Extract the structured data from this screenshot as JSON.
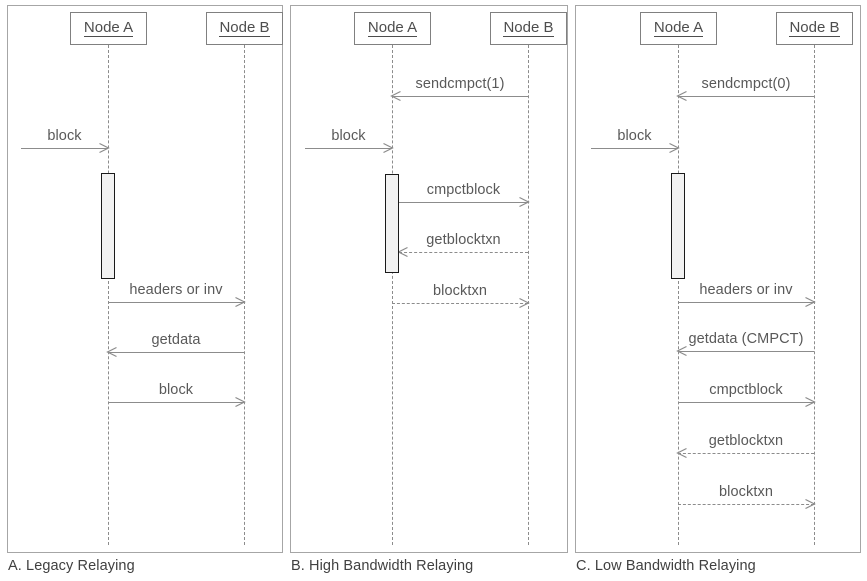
{
  "figure": {
    "node_a_label": "Node A",
    "node_b_label": "Node B"
  },
  "panels": [
    {
      "id": "a",
      "caption": "A. Legacy Relaying",
      "nodes": {
        "left": "Node A",
        "right": "Node B"
      },
      "messages": [
        {
          "label": "block",
          "direction": "right",
          "style": "solid",
          "from": "external",
          "to": "node-a"
        },
        {
          "label": "headers or inv",
          "direction": "right",
          "style": "solid",
          "from": "node-a",
          "to": "node-b"
        },
        {
          "label": "getdata",
          "direction": "left",
          "style": "solid",
          "from": "node-b",
          "to": "node-a"
        },
        {
          "label": "block",
          "direction": "right",
          "style": "solid",
          "from": "node-a",
          "to": "node-b"
        }
      ]
    },
    {
      "id": "b",
      "caption": "B. High Bandwidth Relaying",
      "nodes": {
        "left": "Node A",
        "right": "Node B"
      },
      "messages": [
        {
          "label": "sendcmpct(1)",
          "direction": "left",
          "style": "solid",
          "from": "node-b",
          "to": "node-a"
        },
        {
          "label": "block",
          "direction": "right",
          "style": "solid",
          "from": "external",
          "to": "node-a"
        },
        {
          "label": "cmpctblock",
          "direction": "right",
          "style": "solid",
          "from": "node-a",
          "to": "node-b"
        },
        {
          "label": "getblocktxn",
          "direction": "left",
          "style": "dashed",
          "from": "node-b",
          "to": "node-a"
        },
        {
          "label": "blocktxn",
          "direction": "right",
          "style": "dashed",
          "from": "node-a",
          "to": "node-b"
        }
      ]
    },
    {
      "id": "c",
      "caption": "C. Low Bandwidth Relaying",
      "nodes": {
        "left": "Node A",
        "right": "Node B"
      },
      "messages": [
        {
          "label": "sendcmpct(0)",
          "direction": "left",
          "style": "solid",
          "from": "node-b",
          "to": "node-a"
        },
        {
          "label": "block",
          "direction": "right",
          "style": "solid",
          "from": "external",
          "to": "node-a"
        },
        {
          "label": "headers or inv",
          "direction": "right",
          "style": "solid",
          "from": "node-a",
          "to": "node-b"
        },
        {
          "label": "getdata (CMPCT)",
          "direction": "left",
          "style": "solid",
          "from": "node-b",
          "to": "node-a"
        },
        {
          "label": "cmpctblock",
          "direction": "right",
          "style": "solid",
          "from": "node-a",
          "to": "node-b"
        },
        {
          "label": "getblocktxn",
          "direction": "left",
          "style": "dashed",
          "from": "node-b",
          "to": "node-a"
        },
        {
          "label": "blocktxn",
          "direction": "right",
          "style": "dashed",
          "from": "node-a",
          "to": "node-b"
        }
      ]
    }
  ],
  "colors": {
    "line": "#8c8c8c",
    "text": "#595959",
    "panel_border": "#a6a6a6",
    "activation_fill": "#f2f2f2",
    "activation_border": "#1a1a1a"
  }
}
